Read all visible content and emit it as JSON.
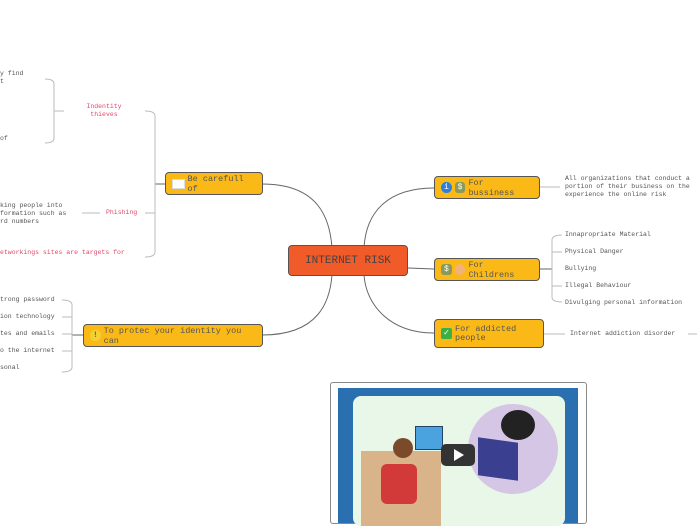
{
  "root": {
    "label": "INTERNET RISK"
  },
  "careful": {
    "label": "Be carefull of",
    "icon": "envelope-icon",
    "identity": {
      "label": "Indentity thieves",
      "children": [
        "y find",
        "t",
        "of"
      ]
    },
    "phishing": {
      "label": "Phishing",
      "text_lines": [
        "king people into",
        "formation such as",
        "rd numbers"
      ]
    },
    "social": "etworkings sites are targets for"
  },
  "protect": {
    "label": "To protec your identity you can",
    "icon": "warning-icon",
    "children": [
      "trong password",
      "ion technology",
      "tes and emails",
      "o the internet",
      "sonal"
    ]
  },
  "business": {
    "label": "For bussiness",
    "icons": [
      "info-icon",
      "money-bag-icon"
    ],
    "text_lines": [
      "All organizations that conduct a",
      "portion of their business on the",
      "experience the online risk"
    ]
  },
  "children": {
    "label": "For Childrens",
    "icons": [
      "money-bag-icon",
      "child-face-icon"
    ],
    "items": [
      "Innapropriate Material",
      "Physical Danger",
      "Bullying",
      "Illegal Behaviour",
      "Divulging personal information"
    ]
  },
  "addicted": {
    "label": "For addicted people",
    "icon": "checkmark-icon",
    "child": "Internet addiction disorder"
  },
  "colors": {
    "node": "#fbb917",
    "root": "#f15a29",
    "accent_text": "#e0476b"
  }
}
